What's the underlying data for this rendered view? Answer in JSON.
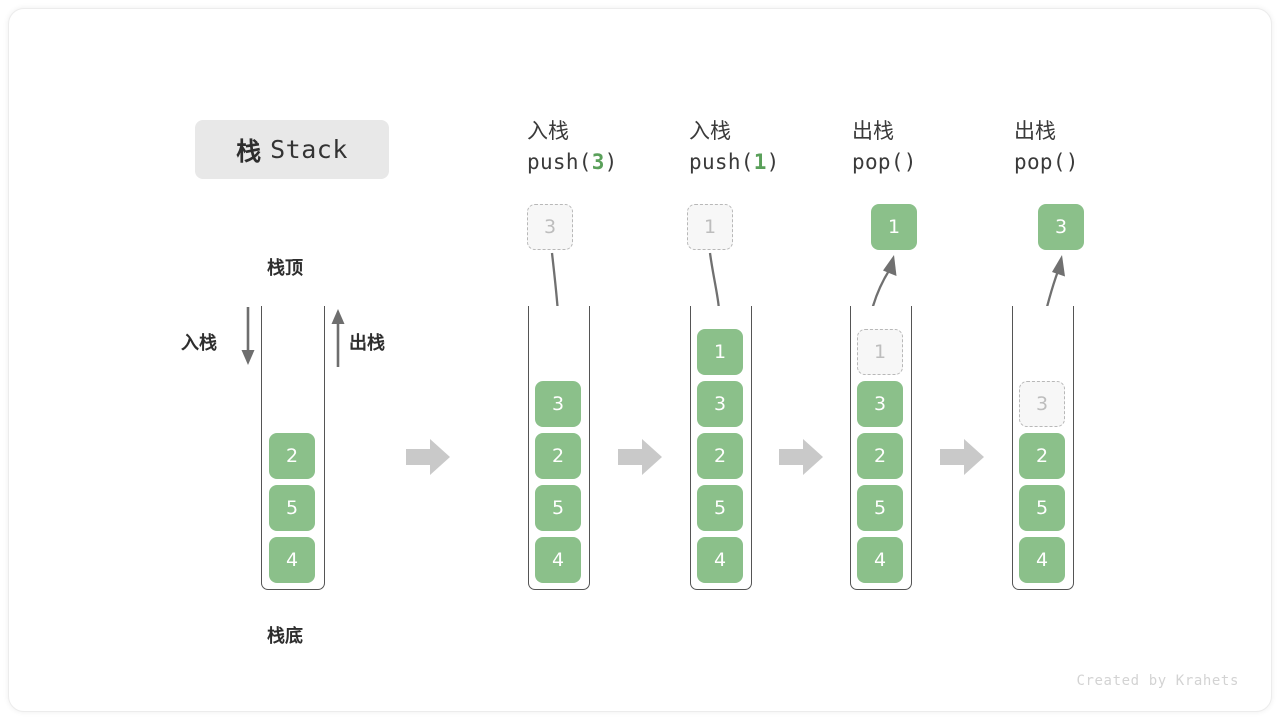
{
  "title": {
    "cn": "栈",
    "en": "Stack"
  },
  "labels": {
    "top": "栈顶",
    "bottom": "栈底",
    "push": "入栈",
    "pop": "出栈"
  },
  "credit": "Created by Krahets",
  "colors": {
    "cell_fill": "#8bc08a",
    "cell_text": "#ffffff",
    "ghost_fill": "#f7f7f7",
    "ghost_border": "#b8b8b8",
    "ghost_text": "#bdbdbd",
    "accent_green": "#5aa05a",
    "container_stroke": "#555555",
    "arrow_gray": "#c9c9c9",
    "motion_arrow": "#707070",
    "badge_bg": "#e8e8e8",
    "text_dark": "#2e2e2e"
  },
  "stages": [
    {
      "id": "initial",
      "header_cn": "",
      "header_code": "",
      "header_arg": "",
      "external_cell": null,
      "cells": [
        "2",
        "5",
        "4"
      ],
      "ghost_index": -1,
      "annotated": true
    },
    {
      "id": "push-3",
      "header_cn": "入栈",
      "header_code_pre": "push(",
      "header_arg": "3",
      "header_code_post": ")",
      "external_cell": {
        "value": "3",
        "style": "ghost"
      },
      "direction": "down",
      "cells": [
        "3",
        "2",
        "5",
        "4"
      ],
      "ghost_index": -1,
      "annotated": false
    },
    {
      "id": "push-1",
      "header_cn": "入栈",
      "header_code_pre": "push(",
      "header_arg": "1",
      "header_code_post": ")",
      "external_cell": {
        "value": "1",
        "style": "ghost"
      },
      "direction": "down",
      "cells": [
        "1",
        "3",
        "2",
        "5",
        "4"
      ],
      "ghost_index": -1,
      "annotated": false
    },
    {
      "id": "pop-1",
      "header_cn": "出栈",
      "header_code_pre": "pop(",
      "header_arg": "",
      "header_code_post": ")",
      "external_cell": {
        "value": "1",
        "style": "solid"
      },
      "direction": "up",
      "cells": [
        "1",
        "3",
        "2",
        "5",
        "4"
      ],
      "ghost_index": 0,
      "annotated": false
    },
    {
      "id": "pop-3",
      "header_cn": "出栈",
      "header_code_pre": "pop(",
      "header_arg": "",
      "header_code_post": ")",
      "external_cell": {
        "value": "3",
        "style": "solid"
      },
      "direction": "up",
      "cells": [
        "3",
        "2",
        "5",
        "4"
      ],
      "ghost_index": 0,
      "annotated": false
    }
  ],
  "transition_arrows": 4
}
